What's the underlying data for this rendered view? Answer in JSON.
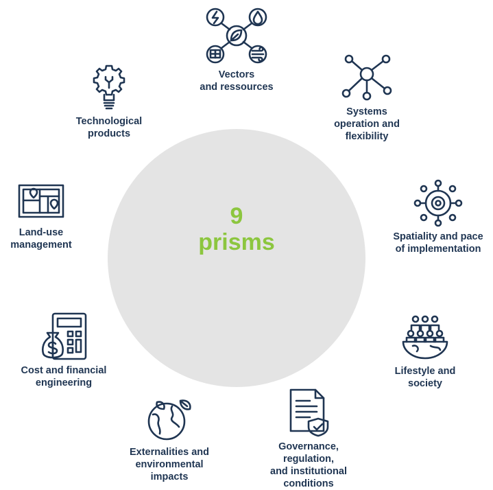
{
  "center": {
    "line1": "9",
    "line2": "prisms"
  },
  "prisms": [
    {
      "label": "Vectors\nand ressources",
      "icon": "energy-vectors-icon"
    },
    {
      "label": "Systems\noperation and\nflexibility",
      "icon": "network-nodes-icon"
    },
    {
      "label": "Spatiality and pace\nof implementation",
      "icon": "gear-network-icon"
    },
    {
      "label": "Lifestyle and\nsociety",
      "icon": "people-globe-icon"
    },
    {
      "label": "Governance,\nregulation,\nand institutional\nconditions",
      "icon": "document-shield-icon"
    },
    {
      "label": "Externalities and\nenvironmental\nimpacts",
      "icon": "globe-leaves-icon"
    },
    {
      "label": "Cost and financial\nengineering",
      "icon": "calculator-money-bag-icon"
    },
    {
      "label": "Land-use\nmanagement",
      "icon": "map-pins-icon"
    },
    {
      "label": "Technological\nproducts",
      "icon": "lightbulb-gear-icon"
    }
  ],
  "colors": {
    "text": "#1f3552",
    "accent": "#8cc63f",
    "circle": "#e4e4e4"
  }
}
